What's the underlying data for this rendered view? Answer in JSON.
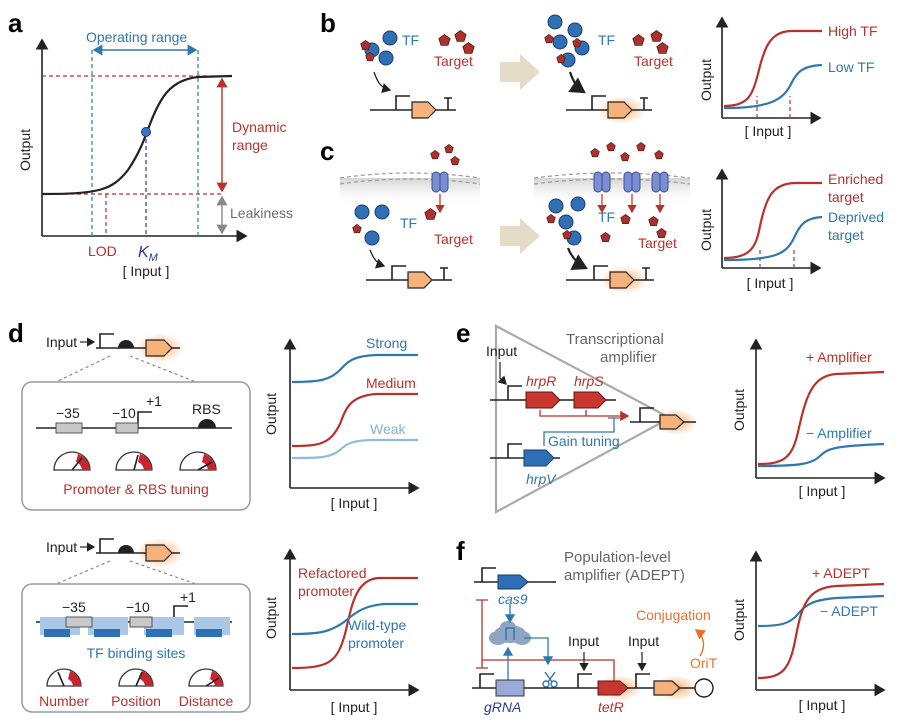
{
  "panels": {
    "a": {
      "letter": "a",
      "operating_range": "Operating range",
      "dynamic_range_1": "Dynamic",
      "dynamic_range_2": "range",
      "leakiness": "Leakiness",
      "lod": "LOD",
      "km": "K",
      "km_sub": "M",
      "ylabel": "Output",
      "xlabel": "[ Input ]"
    },
    "b": {
      "letter": "b",
      "tf": "TF",
      "target": "Target",
      "tf2": "TF",
      "target2": "Target",
      "high": "High TF",
      "low": "Low TF",
      "ylabel": "Output",
      "xlabel": "[ Input ]"
    },
    "c": {
      "letter": "c",
      "tf": "TF",
      "target": "Target",
      "tf2": "TF",
      "target2": "Target",
      "enriched_1": "Enriched",
      "enriched_2": "target",
      "deprived_1": "Deprived",
      "deprived_2": "target",
      "ylabel": "Output",
      "xlabel": "[ Input ]"
    },
    "d": {
      "letter": "d",
      "input_top": "Input",
      "m35": "−35",
      "m10": "−10",
      "plus1": "+1",
      "rbs": "RBS",
      "tuning": "Promoter & RBS tuning",
      "strong": "Strong",
      "medium": "Medium",
      "weak": "Weak",
      "ylabel": "Output",
      "xlabel": "[ Input ]",
      "input_bottom": "Input",
      "m35b": "−35",
      "m10b": "−10",
      "plus1b": "+1",
      "tfbs": "TF binding sites",
      "number": "Number",
      "position": "Position",
      "distance": "Distance",
      "refactored_1": "Refactored",
      "refactored_2": "promoter",
      "wildtype_1": "Wild-type",
      "wildtype_2": "promoter",
      "ylabel2": "Output",
      "xlabel2": "[ Input ]"
    },
    "e": {
      "letter": "e",
      "title_1": "Transcriptional",
      "title_2": "amplifier",
      "input": "Input",
      "hrpR": "hrpR",
      "hrpS": "hrpS",
      "hrpV": "hrpV",
      "gain": "Gain tuning",
      "plus": "+ Amplifier",
      "minus": "− Amplifier",
      "ylabel": "Output",
      "xlabel": "[ Input ]"
    },
    "f": {
      "letter": "f",
      "title_1": "Population-level",
      "title_2": "amplifier (ADEPT)",
      "cas9": "cas9",
      "gRNA": "gRNA",
      "tetR": "tetR",
      "input1": "Input",
      "input2": "Input",
      "conjugation": "Conjugation",
      "orit": "OriT",
      "plus": "+ ADEPT",
      "minus": "− ADEPT",
      "ylabel": "Output",
      "xlabel": "[ Input ]"
    }
  }
}
